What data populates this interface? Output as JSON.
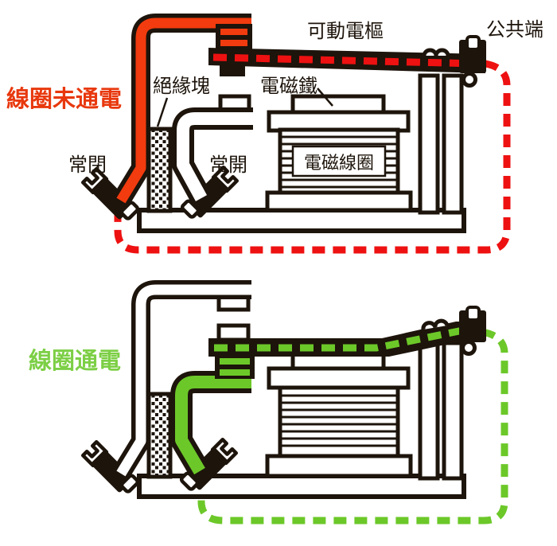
{
  "page": {
    "background": "#ffffff"
  },
  "colors": {
    "ink": "#1d140b",
    "red_fill": "#f23b0e",
    "red_dash": "#ee1111",
    "red_label": "#e8380d",
    "green_fill": "#6cc829",
    "green_dash": "#6cc829",
    "green_label": "#7ccf45",
    "white": "#ffffff"
  },
  "top_diagram": {
    "state_label": "線圈未通電",
    "labels": {
      "movable_armature": "可動電樞",
      "common_terminal": "公共端",
      "insulation_block": "絕緣塊",
      "electromagnet": "電磁鐵",
      "normally_closed": "常閉",
      "normally_open": "常開",
      "coil": "電磁線圈"
    }
  },
  "bottom_diagram": {
    "state_label": "線圈通電"
  }
}
